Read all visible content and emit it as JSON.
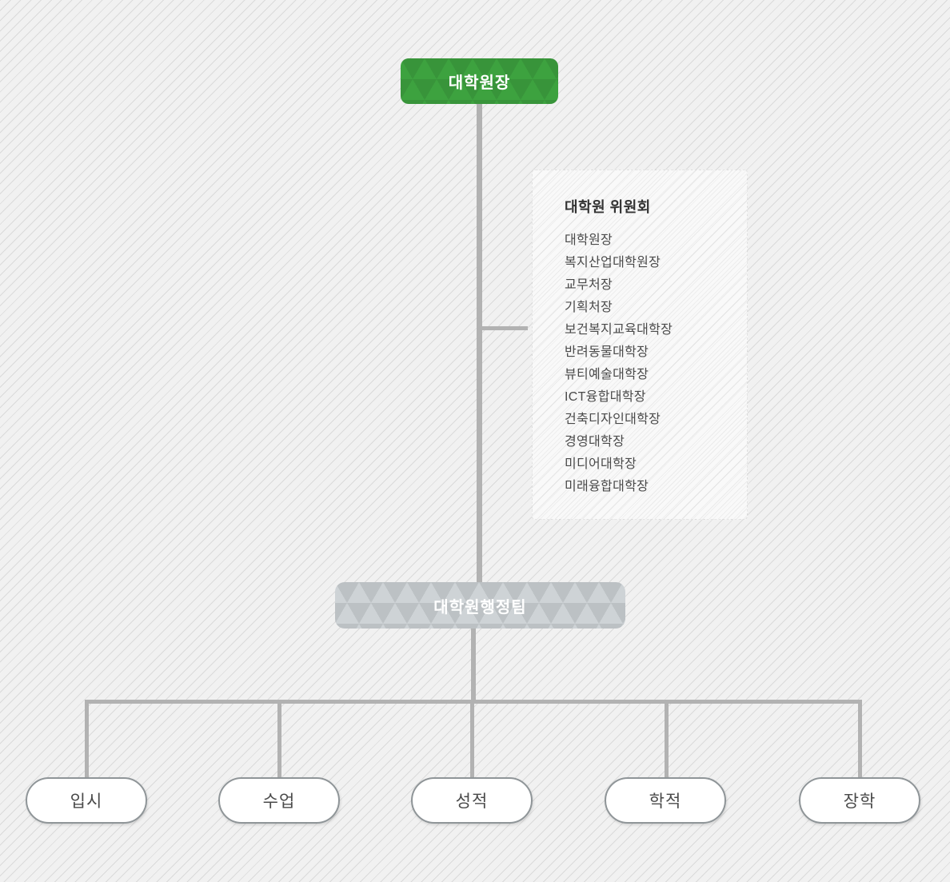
{
  "nodes": {
    "dean": {
      "label": "대학원장"
    },
    "admin_team": {
      "label": "대학원행정팀"
    }
  },
  "committee": {
    "title": "대학원 위원회",
    "members": [
      "대학원장",
      "복지산업대학원장",
      "교무처장",
      "기획처장",
      "보건복지교육대학장",
      "반려동물대학장",
      "뷰티예술대학장",
      "ICT융합대학장",
      "건축디자인대학장",
      "경영대학장",
      "미디어대학장",
      "미래융합대학장"
    ]
  },
  "leaves": [
    {
      "label": "입시"
    },
    {
      "label": "수업"
    },
    {
      "label": "성적"
    },
    {
      "label": "학적"
    },
    {
      "label": "장학"
    }
  ],
  "colors": {
    "node_green": "#3da23f",
    "node_gray": "#ced3d6",
    "connector": "#b2b2b2",
    "pill_border": "#8f9598",
    "text_white": "#ffffff",
    "text_dark": "#4a4a4a",
    "committee_title": "#333333"
  }
}
